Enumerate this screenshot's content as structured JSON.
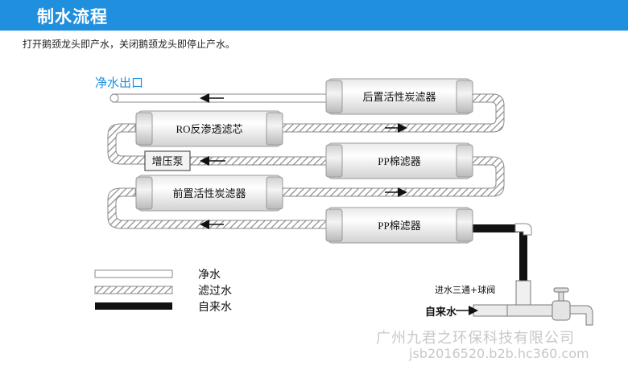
{
  "header": {
    "title": "制水流程",
    "accent": "#1f8fde"
  },
  "subtitle": "打开鹅颈龙头即产水，关闭鹅颈龙头即停止产水。",
  "diagram": {
    "outlet_label": "净水出口",
    "filters": {
      "post_carbon": "后置活性炭滤器",
      "ro": "RO反渗透滤芯",
      "pp_upper": "PP棉滤器",
      "pre_carbon": "前置活性炭滤器",
      "pp_lower": "PP棉滤器"
    },
    "pump": "增压泵",
    "valve_label": "进水三通+球阀",
    "tap_label": "自来水"
  },
  "legend": {
    "clean": "净水",
    "filtering": "滤过水",
    "tap": "自来水"
  },
  "watermark": {
    "company": "广州九君之环保科技有限公司",
    "url": "jsb2016520.b2b.hc360.com"
  }
}
